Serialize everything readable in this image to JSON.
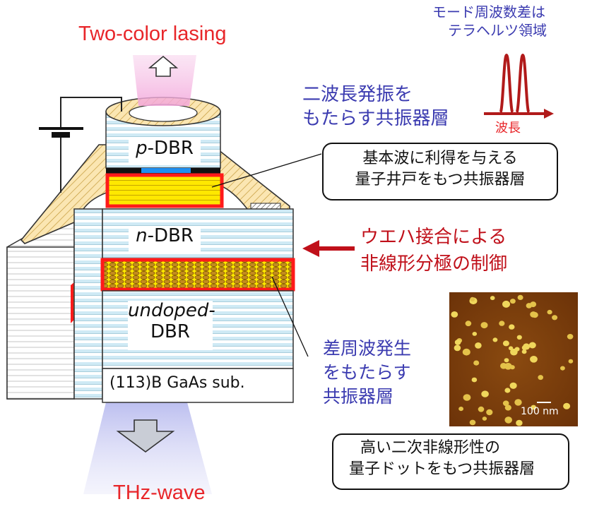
{
  "title_top": "Two-color lasing",
  "title_bottom": "THz-wave",
  "spectrum": {
    "line1": "モード周波数差は",
    "line2": "テラヘルツ領域",
    "axis_label": "波長"
  },
  "upper_cavity_label": {
    "line1": "二波長発振を",
    "line2": "もたらす共振器層"
  },
  "qw_box": {
    "line1": "基本波に利得を与える",
    "line2": "量子井戸をもつ共振器層"
  },
  "wafer_bonding": {
    "line1": "ウエハ接合による",
    "line2": "非線形分極の制御"
  },
  "lower_cavity_label": {
    "line1": "差周波発生",
    "line2": "をもたらす",
    "line3": "共振器層"
  },
  "qd_box": {
    "line1": "高い二次非線形性の",
    "line2": "量子ドットをもつ共振器層"
  },
  "layers": {
    "p_dbr_italic": "p",
    "p_dbr_rest": "-DBR",
    "n_dbr_italic": "n",
    "n_dbr_rest": "-DBR",
    "undoped_line1": "undoped-",
    "undoped_line2": "DBR",
    "substrate": "(113)B GaAs sub."
  },
  "afm_scale": "100 nm",
  "colors": {
    "title_red": "#e8262a",
    "label_blue": "#3b3bb0",
    "spectrum_red": "#b11a1a",
    "highlight_red": "#ff1a1a",
    "gain_yellow": "#ffee00",
    "dbr_blue": "#bfe3f2"
  }
}
